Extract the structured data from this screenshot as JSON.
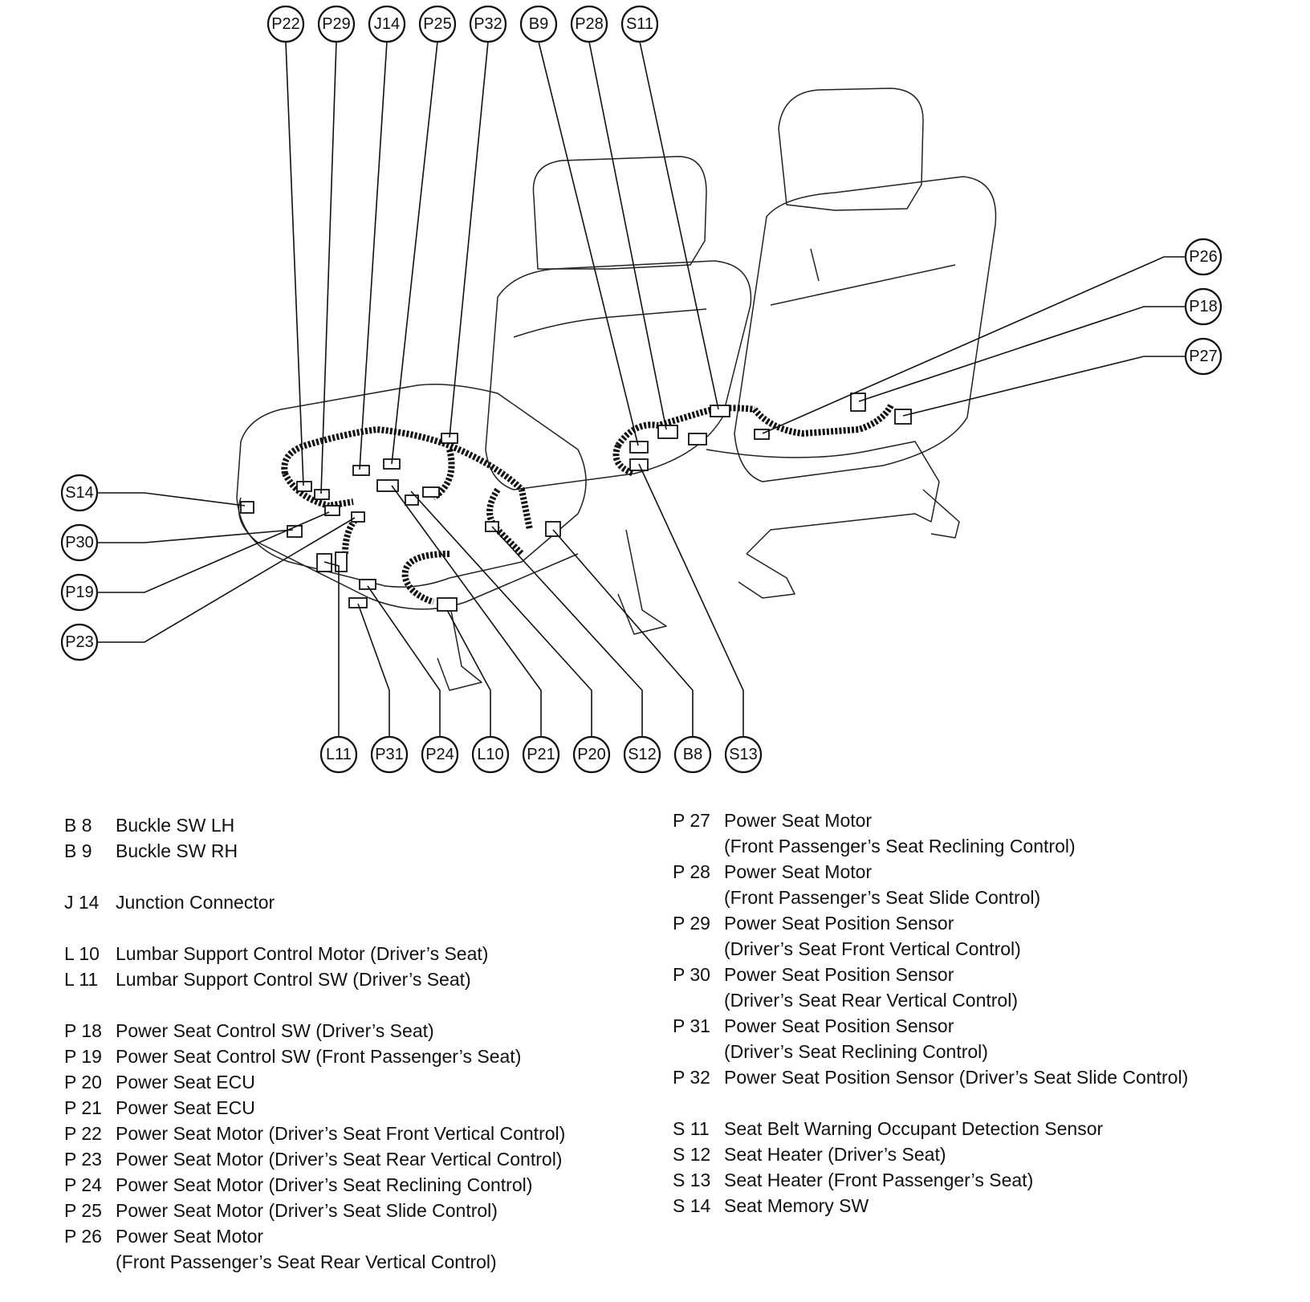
{
  "callouts": {
    "top": [
      "P22",
      "P29",
      "J14",
      "P25",
      "P32",
      "B9",
      "P28",
      "S11"
    ],
    "right": [
      "P26",
      "P18",
      "P27"
    ],
    "left": [
      "S14",
      "P30",
      "P19",
      "P23"
    ],
    "bottom": [
      "L11",
      "P31",
      "P24",
      "L10",
      "P21",
      "P20",
      "S12",
      "B8",
      "S13"
    ]
  },
  "legend_left": [
    {
      "code": "B 8",
      "desc": "Buckle SW LH"
    },
    {
      "code": "B 9",
      "desc": "Buckle SW RH"
    },
    {
      "code": "",
      "desc": ""
    },
    {
      "code": "J 14",
      "desc": "Junction Connector"
    },
    {
      "code": "",
      "desc": ""
    },
    {
      "code": "L 10",
      "desc": "Lumbar Support Control Motor (Driver’s Seat)"
    },
    {
      "code": "L 11",
      "desc": "Lumbar Support Control SW (Driver’s Seat)"
    },
    {
      "code": "",
      "desc": ""
    },
    {
      "code": "P 18",
      "desc": "Power Seat Control SW (Driver’s Seat)"
    },
    {
      "code": "P 19",
      "desc": "Power Seat Control SW (Front Passenger’s Seat)"
    },
    {
      "code": "P 20",
      "desc": "Power Seat ECU"
    },
    {
      "code": "P 21",
      "desc": "Power Seat ECU"
    },
    {
      "code": "P 22",
      "desc": "Power Seat Motor (Driver’s Seat Front Vertical Control)"
    },
    {
      "code": "P 23",
      "desc": "Power Seat Motor (Driver’s Seat Rear Vertical Control)"
    },
    {
      "code": "P 24",
      "desc": "Power Seat Motor (Driver’s Seat Reclining Control)"
    },
    {
      "code": "P 25",
      "desc": "Power Seat Motor (Driver’s Seat Slide Control)"
    },
    {
      "code": "P 26",
      "desc": "Power Seat Motor",
      "cont": "(Front Passenger’s Seat Rear Vertical Control)"
    }
  ],
  "legend_right": [
    {
      "code": "P 27",
      "desc": "Power Seat Motor",
      "cont": "(Front Passenger’s Seat Reclining Control)"
    },
    {
      "code": "P 28",
      "desc": "Power Seat Motor",
      "cont": "(Front Passenger’s Seat Slide Control)"
    },
    {
      "code": "P 29",
      "desc": "Power Seat Position Sensor",
      "cont": "(Driver’s Seat Front Vertical Control)"
    },
    {
      "code": "P 30",
      "desc": "Power Seat Position Sensor",
      "cont": "(Driver’s Seat Rear Vertical Control)"
    },
    {
      "code": "P 31",
      "desc": "Power Seat Position Sensor",
      "cont": "(Driver’s Seat Reclining Control)"
    },
    {
      "code": "P 32",
      "desc": "Power Seat Position Sensor (Driver’s Seat Slide Control)"
    },
    {
      "code": "",
      "desc": ""
    },
    {
      "code": "S 11",
      "desc": "Seat Belt Warning Occupant Detection Sensor"
    },
    {
      "code": "S 12",
      "desc": "Seat Heater (Driver’s Seat)"
    },
    {
      "code": "S 13",
      "desc": "Seat Heater (Front Passenger’s Seat)"
    },
    {
      "code": "S 14",
      "desc": "Seat Memory SW"
    }
  ]
}
